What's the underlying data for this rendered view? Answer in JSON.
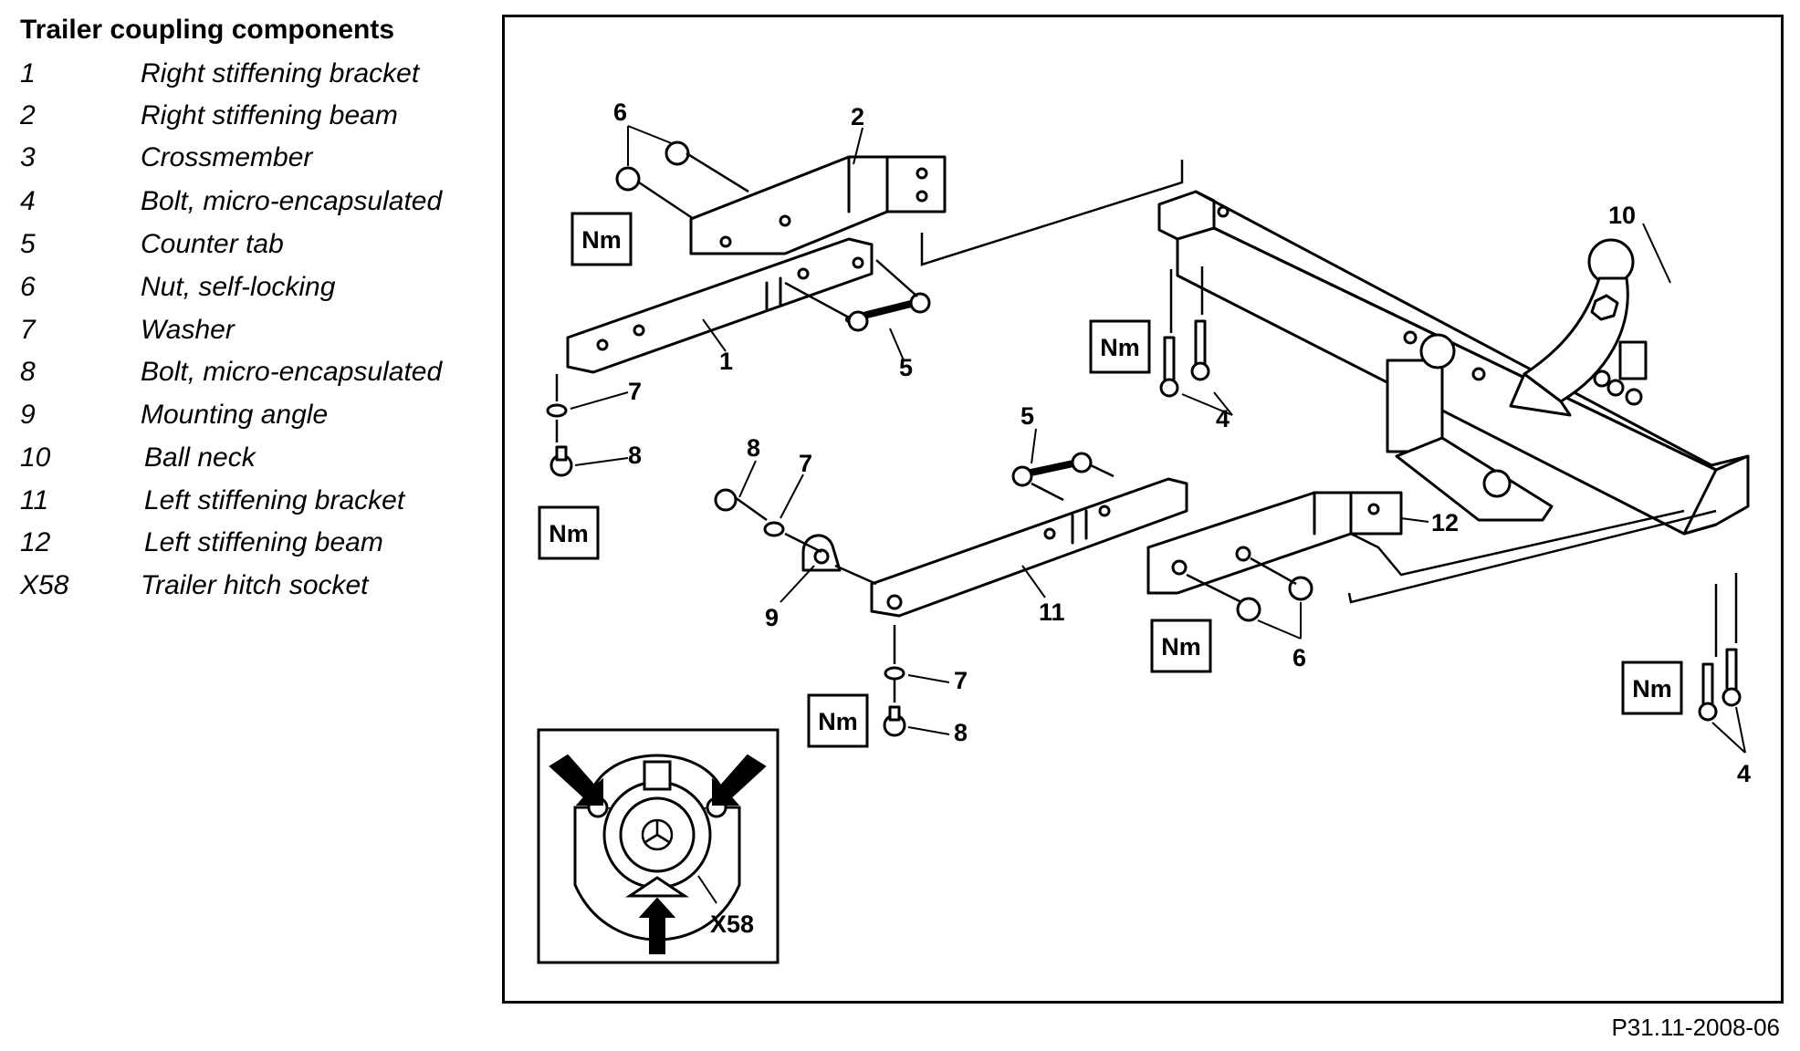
{
  "legend": {
    "title": "Trailer coupling components",
    "items": [
      {
        "num": "1",
        "label": "Right stiffening bracket"
      },
      {
        "num": "2",
        "label": "Right stiffening beam"
      },
      {
        "num": "3",
        "label": "Crossmember"
      },
      {
        "num": "4",
        "label": "Bolt, micro-encapsulated"
      },
      {
        "num": "5",
        "label": "Counter tab"
      },
      {
        "num": "6",
        "label": "Nut, self-locking"
      },
      {
        "num": "7",
        "label": "Washer"
      },
      {
        "num": "8",
        "label": "Bolt, micro-encapsulated"
      },
      {
        "num": "9",
        "label": "Mounting angle"
      },
      {
        "num": "10",
        "label": "Ball neck"
      },
      {
        "num": "11",
        "label": "Left stiffening bracket"
      },
      {
        "num": "12",
        "label": "Left stiffening beam"
      },
      {
        "num": "X58",
        "label": "Trailer hitch socket"
      }
    ]
  },
  "diagram": {
    "torque_label": "Nm",
    "callouts": {
      "c1": "1",
      "c2": "2",
      "c4a": "4",
      "c4b": "4",
      "c5a": "5",
      "c5b": "5",
      "c6a": "6",
      "c6b": "6",
      "c7a": "7",
      "c7b": "7",
      "c7c": "7",
      "c8a": "8",
      "c8b": "8",
      "c8c": "8",
      "c9": "9",
      "c10": "10",
      "c11": "11",
      "c12": "12",
      "cx58": "X58"
    }
  },
  "figure_ref": "P31.11-2008-06"
}
